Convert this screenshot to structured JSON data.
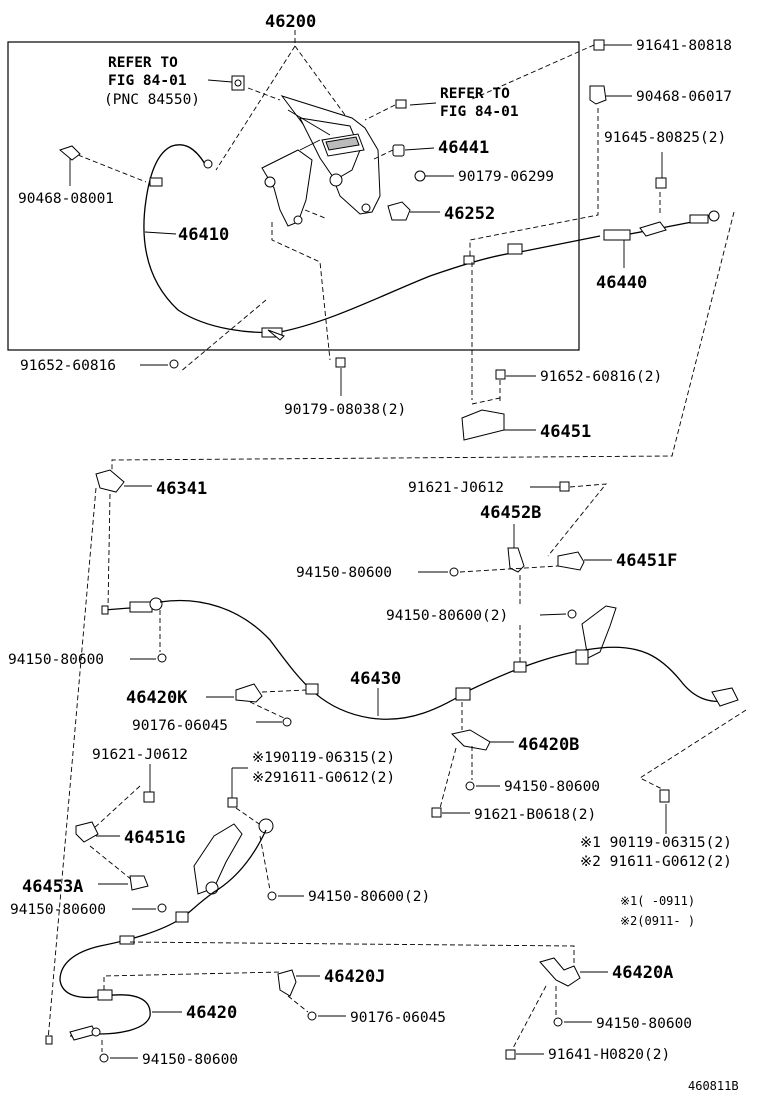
{
  "main_assembly": {
    "number": "46200"
  },
  "refer_left": {
    "line1": "REFER TO",
    "line2": "FIG 84-01",
    "line3": "(PNC 84550)"
  },
  "refer_right": {
    "line1": "REFER TO",
    "line2": "FIG 84-01"
  },
  "labels": {
    "p91641_80818": "91641-80818",
    "p90468_06017": "90468-06017",
    "p91645_80825": "91645-80825(2)",
    "p46441": "46441",
    "p90179_06299": "90179-06299",
    "p46252": "46252",
    "p90468_08001": "90468-08001",
    "p46410": "46410",
    "p46440": "46440",
    "p91652_60816": "91652-60816",
    "p91652_60816_2": "91652-60816(2)",
    "p90179_08038": "90179-08038(2)",
    "p46451": "46451",
    "p46341": "46341",
    "p91621_J0612_top": "91621-J0612",
    "p46452B": "46452B",
    "p94150_80600_a": "94150-80600",
    "p46451F": "46451F",
    "p94150_80600_2a": "94150-80600(2)",
    "p94150_80600_b": "94150-80600",
    "p46430": "46430",
    "p46420K": "46420K",
    "p90176_06045_a": "90176-06045",
    "p46420B": "46420B",
    "p91621_J0612_mid": "91621-J0612",
    "p90119_06315_top": "※190119-06315(2)",
    "p91611_G0612_top": "※291611-G0612(2)",
    "p94150_80600_c": "94150-80600",
    "p91621_B0618": "91621-B0618(2)",
    "p90119_06315_right": "※1 90119-06315(2)",
    "p91611_G0612_right": "※2 91611-G0612(2)",
    "p46451G": "46451G",
    "p46453A": "46453A",
    "p94150_80600_d": "94150-80600",
    "p94150_80600_2b": "94150-80600(2)",
    "p46420J": "46420J",
    "p46420": "46420",
    "p90176_06045_b": "90176-06045",
    "p94150_80600_e": "94150-80600",
    "p46420A": "46420A",
    "p94150_80600_f": "94150-80600",
    "p91641_H0820": "91641-H0820(2)"
  },
  "notes": {
    "note1": "※1(   -0911)",
    "note2": "※2(0911-    )"
  },
  "figure_id": "460811B"
}
